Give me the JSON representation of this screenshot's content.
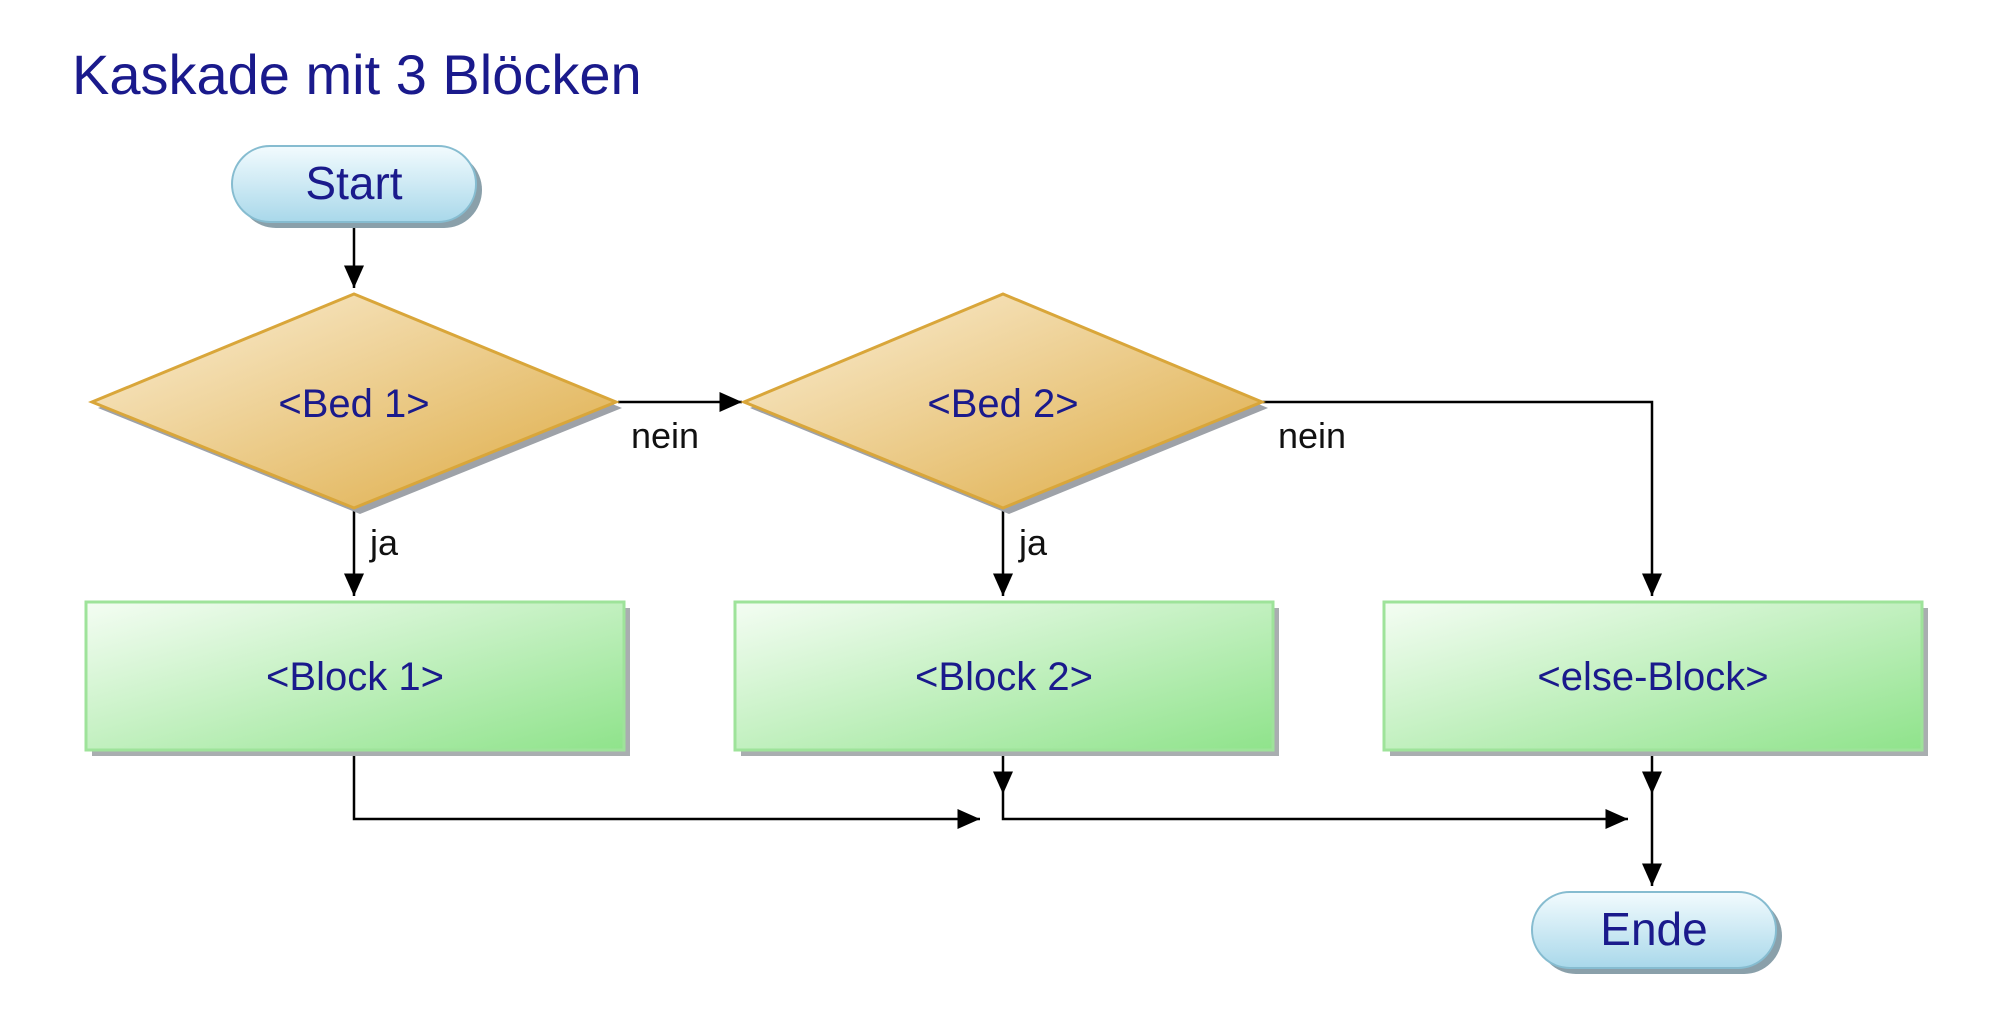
{
  "title": "Kaskade mit 3 Blöcken",
  "nodes": {
    "start": "Start",
    "bed1": "<Bed 1>",
    "bed2": "<Bed 2>",
    "block1": "<Block 1>",
    "block2": "<Block 2>",
    "else_block": "<else-Block>",
    "ende": "Ende"
  },
  "edge_labels": {
    "bed1_no": "nein",
    "bed2_no": "nein",
    "bed1_yes": "ja",
    "bed2_yes": "ja"
  },
  "colors": {
    "title": "#1a1a8c",
    "terminal_fill": "#cfe9f4",
    "decision_fill": "#ebc26a",
    "block_fill": "#c9f1c7",
    "line": "#000000"
  }
}
